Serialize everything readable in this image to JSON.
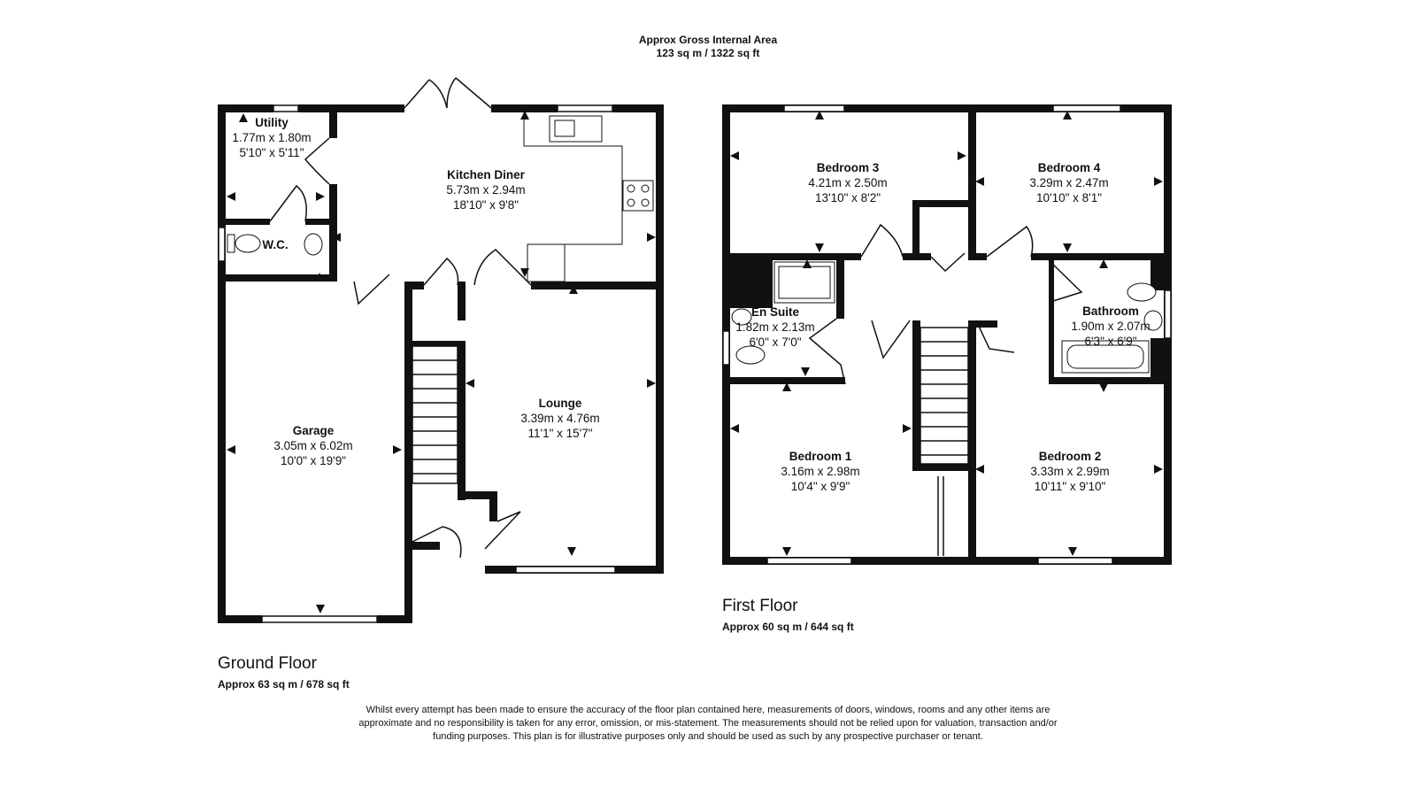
{
  "header": {
    "line1": "Approx Gross Internal Area",
    "line2": "123 sq m / 1322 sq ft"
  },
  "ground_floor": {
    "title": "Ground Floor",
    "area": "Approx 63 sq m / 678 sq ft",
    "rooms": {
      "utility": {
        "name": "Utility",
        "metric": "1.77m x 1.80m",
        "imperial": "5'10\" x 5'11\""
      },
      "wc": {
        "name": "W.C."
      },
      "kitchen": {
        "name": "Kitchen Diner",
        "metric": "5.73m x 2.94m",
        "imperial": "18'10\" x 9'8\""
      },
      "garage": {
        "name": "Garage",
        "metric": "3.05m x 6.02m",
        "imperial": "10'0\" x 19'9\""
      },
      "lounge": {
        "name": "Lounge",
        "metric": "3.39m x 4.76m",
        "imperial": "11'1\" x 15'7\""
      }
    }
  },
  "first_floor": {
    "title": "First Floor",
    "area": "Approx 60 sq m / 644 sq ft",
    "rooms": {
      "bedroom3": {
        "name": "Bedroom 3",
        "metric": "4.21m x 2.50m",
        "imperial": "13'10\" x 8'2\""
      },
      "bedroom4": {
        "name": "Bedroom 4",
        "metric": "3.29m x 2.47m",
        "imperial": "10'10\" x 8'1\""
      },
      "ensuite": {
        "name": "En Suite",
        "metric": "1.82m x 2.13m",
        "imperial": "6'0\" x 7'0\""
      },
      "bathroom": {
        "name": "Bathroom",
        "metric": "1.90m x 2.07m",
        "imperial": "6'3\" x 6'9\""
      },
      "bedroom1": {
        "name": "Bedroom 1",
        "metric": "3.16m x 2.98m",
        "imperial": "10'4\" x 9'9\""
      },
      "bedroom2": {
        "name": "Bedroom 2",
        "metric": "3.33m x 2.99m",
        "imperial": "10'11\" x 9'10\""
      }
    }
  },
  "disclaimer": "Whilst every attempt has been made to ensure the accuracy of the floor plan contained here, measurements of doors, windows, rooms and any other items are approximate and no responsibility is taken for any error, omission, or mis-statement. The measurements should not be relied upon for valuation, transaction and/or funding purposes. This plan is for illustrative purposes only and should be used as such by any prospective purchaser or tenant.",
  "colors": {
    "wall": "#111111",
    "background": "#ffffff"
  }
}
